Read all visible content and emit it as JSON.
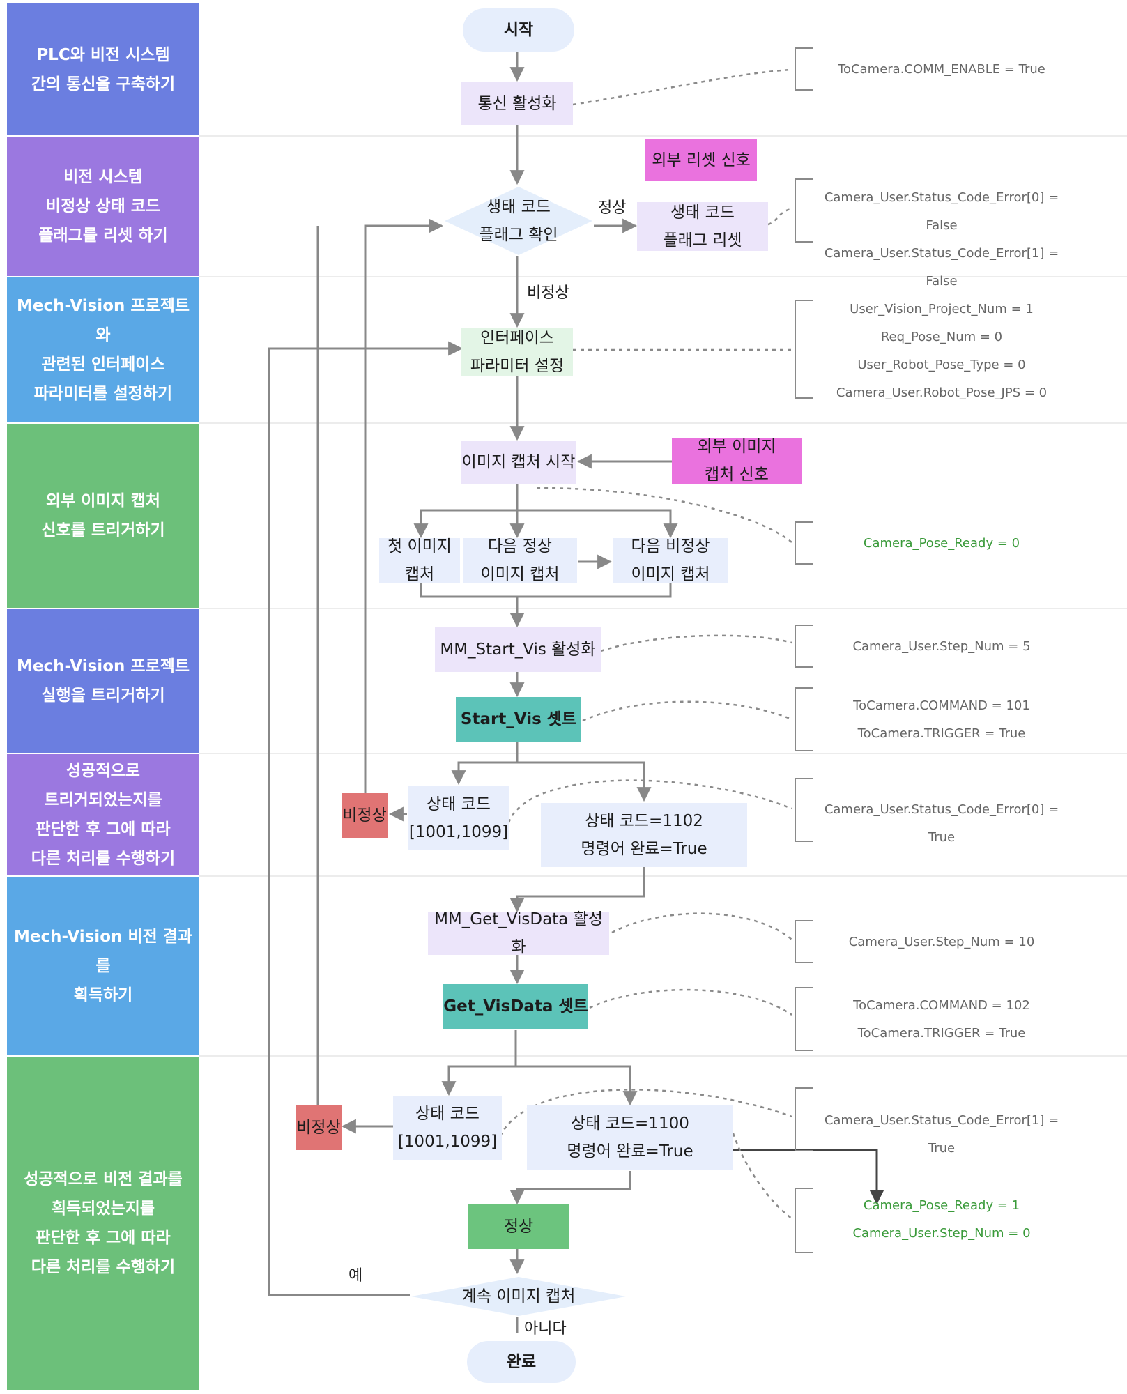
{
  "lanes": [
    {
      "text": "PLC와 비전 시스템\n간의 통신을 구축하기",
      "color": "#6b7ee0"
    },
    {
      "text": "비전 시스템\n비정상 상태 코드\n플래그를 리셋 하기",
      "color": "#9b78e0"
    },
    {
      "text": "Mech-Vision 프로젝트와\n관련된 인터페이스\n파라미터를 설정하기",
      "color": "#5aa8e6"
    },
    {
      "text": "외부 이미지 캡처\n신호를 트리거하기",
      "color": "#6cc07a"
    },
    {
      "text": "Mech-Vision 프로젝트\n실행을 트리거하기",
      "color": "#6b7ee0"
    },
    {
      "text": "성공적으로\n트리거되었는지를\n판단한 후 그에 따라\n다른 처리를 수행하기",
      "color": "#9b78e0"
    },
    {
      "text": "Mech-Vision 비전 결과를\n획득하기",
      "color": "#5aa8e6"
    },
    {
      "text": "성공적으로 비전 결과를\n획득되었는지를\n판단한 후 그에 따라\n다른 처리를 수행하기",
      "color": "#6cc07a"
    }
  ],
  "nodes": {
    "start": "시작",
    "comm_enable": "통신 활성화",
    "external_reset": "외부 리셋 신호",
    "check_flag": "생태 코드\n플래그 확인",
    "reset_flag": "생태 코드\n플래그 리셋",
    "interface_params": "인터페이스\n파라미터 설정",
    "capture_start": "이미지 캡처 시작",
    "external_capture": "외부 이미지\n캡처 신호",
    "first_capture": "첫 이미지\n캡처",
    "next_normal": "다음 정상\n이미지 캡처",
    "next_abnormal": "다음 비정상\n이미지 캡처",
    "mm_start_vis": "MM_Start_Vis 활성화",
    "start_vis_set": "Start_Vis 셋트",
    "status_range_1": "상태 코드\n[1001,1099]",
    "status_1102": "상태 코드=1102\n명령어 완료=True",
    "abnormal_1": "비정상",
    "mm_get_visdata": "MM_Get_VisData 활성화",
    "get_visdata_set": "Get_VisData 셋트",
    "status_range_2": "상태 코드\n[1001,1099]",
    "status_1100": "상태 코드=1100\n명령어 완료=True",
    "abnormal_2": "비정상",
    "normal": "정상",
    "continue_capture": "계속 이미지 캡처",
    "done": "완료"
  },
  "edge_labels": {
    "normal": "정상",
    "abnormal": "비정상",
    "yes": "예",
    "no": "아니다"
  },
  "annotations": [
    {
      "lines": "ToCamera.COMM_ENABLE = True"
    },
    {
      "lines": "Camera_User.Status_Code_Error[0] = False\nCamera_User.Status_Code_Error[1] = False"
    },
    {
      "lines": "User_Vision_Project_Num = 1\nReq_Pose_Num = 0\nUser_Robot_Pose_Type = 0\nCamera_User.Robot_Pose_JPS = 0"
    },
    {
      "lines": "Camera_Pose_Ready = 0"
    },
    {
      "lines": "Camera_User.Step_Num = 5"
    },
    {
      "lines": "ToCamera.COMMAND = 101\nToCamera.TRIGGER = True"
    },
    {
      "lines": "Camera_User.Status_Code_Error[0] = True"
    },
    {
      "lines": "Camera_User.Step_Num = 10"
    },
    {
      "lines": "ToCamera.COMMAND = 102\nToCamera.TRIGGER = True"
    },
    {
      "lines": "Camera_User.Status_Code_Error[1] = True"
    },
    {
      "lines": "Camera_Pose_Ready = 1\nCamera_User.Step_Num = 0"
    }
  ]
}
